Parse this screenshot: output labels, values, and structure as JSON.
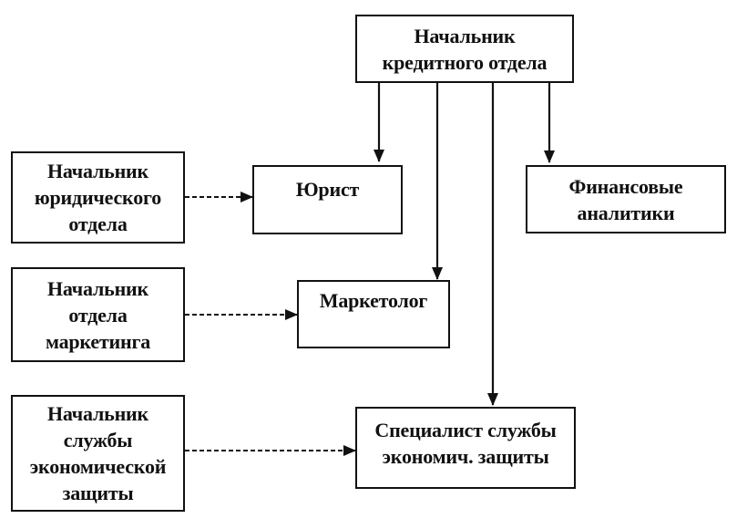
{
  "diagram": {
    "nodes": {
      "head_credit": {
        "lines": [
          "Начальник",
          "кредитного отдела"
        ]
      },
      "lawyer": {
        "lines": [
          "Юрист"
        ]
      },
      "analysts": {
        "lines": [
          "Финансовые",
          "аналитики"
        ]
      },
      "marketer": {
        "lines": [
          "Маркетолог"
        ]
      },
      "security_spec": {
        "lines": [
          "Специалист службы",
          "экономич. защиты"
        ]
      },
      "head_legal": {
        "lines": [
          "Начальник",
          "юридического",
          "отдела"
        ]
      },
      "head_marketing": {
        "lines": [
          "Начальник",
          "отдела",
          "маркетинга"
        ]
      },
      "head_security": {
        "lines": [
          "Начальник",
          "службы",
          "экономической",
          "защиты"
        ]
      }
    },
    "edges": [
      {
        "from": "head_credit",
        "to": "lawyer",
        "style": "solid"
      },
      {
        "from": "head_credit",
        "to": "marketer",
        "style": "solid"
      },
      {
        "from": "head_credit",
        "to": "security_spec",
        "style": "solid"
      },
      {
        "from": "head_credit",
        "to": "analysts",
        "style": "solid"
      },
      {
        "from": "head_legal",
        "to": "lawyer",
        "style": "dashed"
      },
      {
        "from": "head_marketing",
        "to": "marketer",
        "style": "dashed"
      },
      {
        "from": "head_security",
        "to": "security_spec",
        "style": "dashed"
      }
    ],
    "colors": {
      "stroke": "#111111",
      "fill": "#ffffff"
    }
  }
}
